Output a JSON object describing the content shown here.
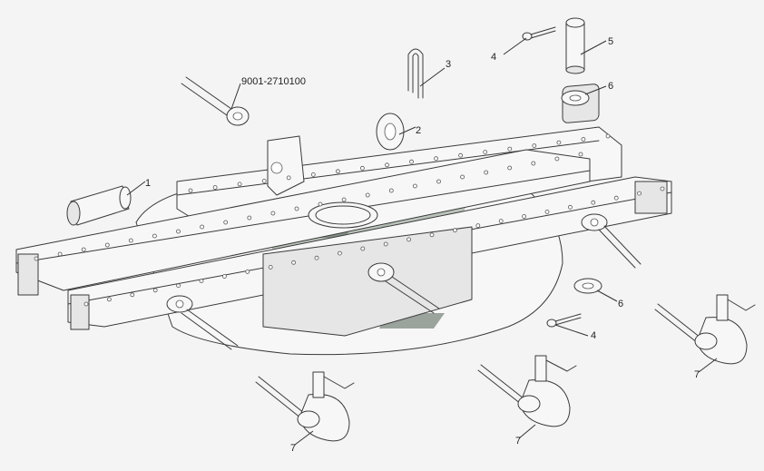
{
  "diagram": {
    "callouts": [
      {
        "id": "c1",
        "label": "1"
      },
      {
        "id": "c2",
        "label": "2"
      },
      {
        "id": "c3",
        "label": "3"
      },
      {
        "id": "c4a",
        "label": "4"
      },
      {
        "id": "c4b",
        "label": "4"
      },
      {
        "id": "c5",
        "label": "5"
      },
      {
        "id": "c6a",
        "label": "6"
      },
      {
        "id": "c6b",
        "label": "6"
      },
      {
        "id": "c7a",
        "label": "7"
      },
      {
        "id": "c7b",
        "label": "7"
      },
      {
        "id": "c7c",
        "label": "7"
      },
      {
        "id": "cpart",
        "label": "9001-2710100"
      }
    ]
  },
  "colors": {
    "line": "#3a3a3a",
    "background": "#f4f4f4",
    "watermark": "#8a9a8a"
  }
}
